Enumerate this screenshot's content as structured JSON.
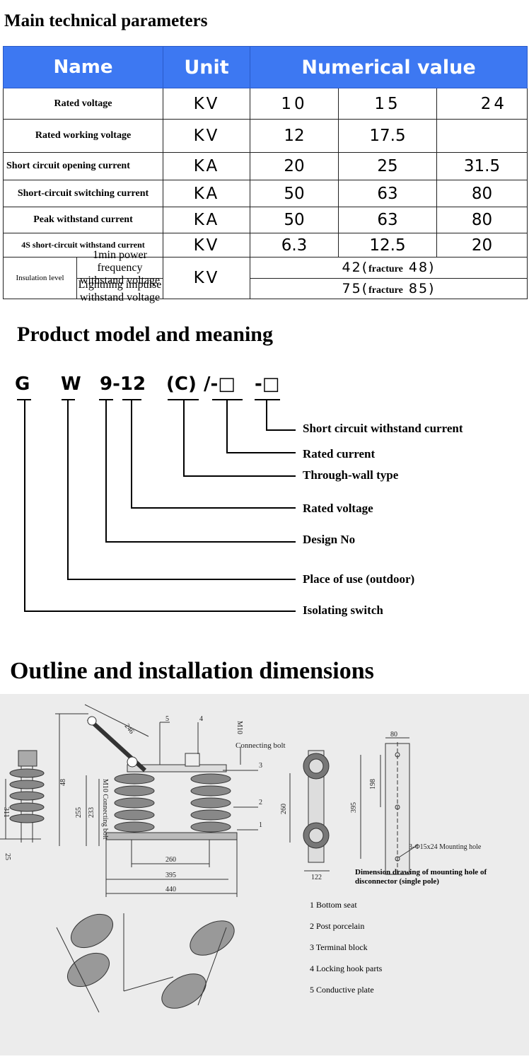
{
  "params": {
    "title": "Main  technical parameters",
    "headers": {
      "name": "Name",
      "unit": "Unit",
      "value": "Numerical value"
    },
    "rows": [
      {
        "name": "Rated voltage",
        "unit": "KV",
        "values": [
          "10",
          "15",
          "24"
        ]
      },
      {
        "name": "Rated working voltage",
        "unit": "KV",
        "values": [
          "12",
          "17.5",
          ""
        ]
      },
      {
        "name": "Short circuit opening current",
        "unit": "KA",
        "values": [
          "20",
          "25",
          "31.5"
        ]
      },
      {
        "name": "Short-circuit switching current",
        "unit": "KA",
        "values": [
          "50",
          "63",
          "80"
        ]
      },
      {
        "name": "Peak withstand current",
        "unit": "KA",
        "values": [
          "50",
          "63",
          "80"
        ]
      },
      {
        "name": "4S short-circuit withstand current",
        "unit": "KV",
        "values": [
          "6.3",
          "12.5",
          "20"
        ]
      }
    ],
    "insulation": {
      "name": "Insulation level",
      "unit": "KV",
      "sub1": "1min power frequency withstand voltage",
      "sub2": "Lightning impulse withstand voltage",
      "v1_main": "42(",
      "v1_fracture": "fracture",
      "v1_tail": " 48)",
      "v2_main": "75(",
      "v2_fracture": "fracture",
      "v2_tail": " 85)"
    }
  },
  "model": {
    "title": "Product model and meaning",
    "parts": [
      "G",
      "W",
      "9-12",
      "(C)",
      "/-□",
      "-□"
    ],
    "labels": [
      "Short circuit withstand current",
      "Rated current",
      "Through-wall type",
      "Rated voltage",
      "Design No",
      "Place of use (outdoor)",
      "Isolating switch"
    ]
  },
  "outline": {
    "title": "Outline and installation dimensions",
    "dims": {
      "d246": "246",
      "d5": "5",
      "d4": "4",
      "m10_top": "M10",
      "connecting_bolt": "Connecting bolt",
      "d3": "3",
      "d2": "2",
      "d1": "1",
      "d48": "48",
      "d255": "255",
      "d233": "233",
      "m10_side": "M10 Connecting bolt",
      "d260": "260",
      "d395": "395",
      "d440": "440",
      "d311": "311",
      "d25": "25",
      "d80": "80",
      "d198": "198",
      "d395b": "395",
      "d260b": "260",
      "d122": "122",
      "mounting_hole": "3-Φ15x24 Mounting hole",
      "caption": "Dimension drawing of mounting hole of disconnector (single pole)"
    },
    "legend": [
      "1 Bottom seat",
      "2 Post porcelain",
      "3 Terminal block",
      "4 Locking hook parts",
      "5 Conductive plate"
    ]
  }
}
